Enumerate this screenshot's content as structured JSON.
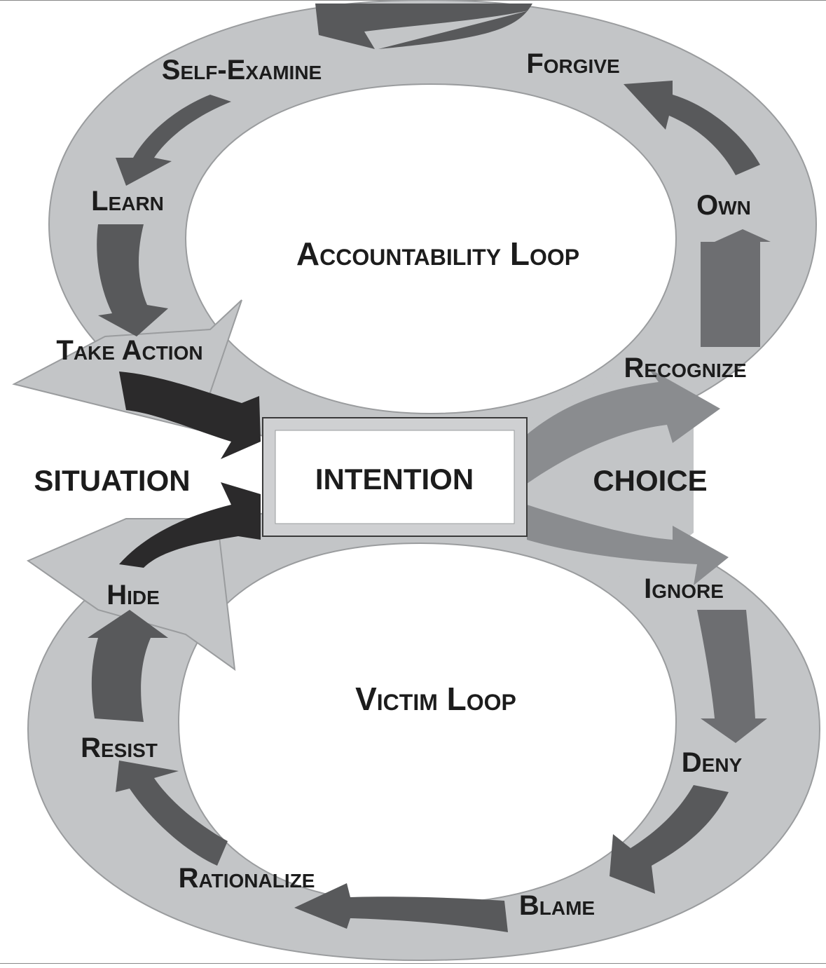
{
  "colors": {
    "band": "#c3c5c7",
    "band_stroke": "#9a9c9e",
    "arrow_dark": "#58595b",
    "arrow_mid": "#6d6e71",
    "arrow_light": "#8a8c8f",
    "arrow_black": "#2b2a2b",
    "text": "#1c1c1c"
  },
  "loops": {
    "accountability": {
      "title": "Accountability Loop",
      "steps": [
        "Recognize",
        "Own",
        "Forgive",
        "Self-Examine",
        "Learn",
        "Take Action"
      ]
    },
    "victim": {
      "title": "Victim Loop",
      "steps": [
        "Ignore",
        "Deny",
        "Blame",
        "Rationalize",
        "Resist",
        "Hide"
      ]
    }
  },
  "center": {
    "situation": "SITUATION",
    "intention": "INTENTION",
    "choice": "CHOICE"
  }
}
